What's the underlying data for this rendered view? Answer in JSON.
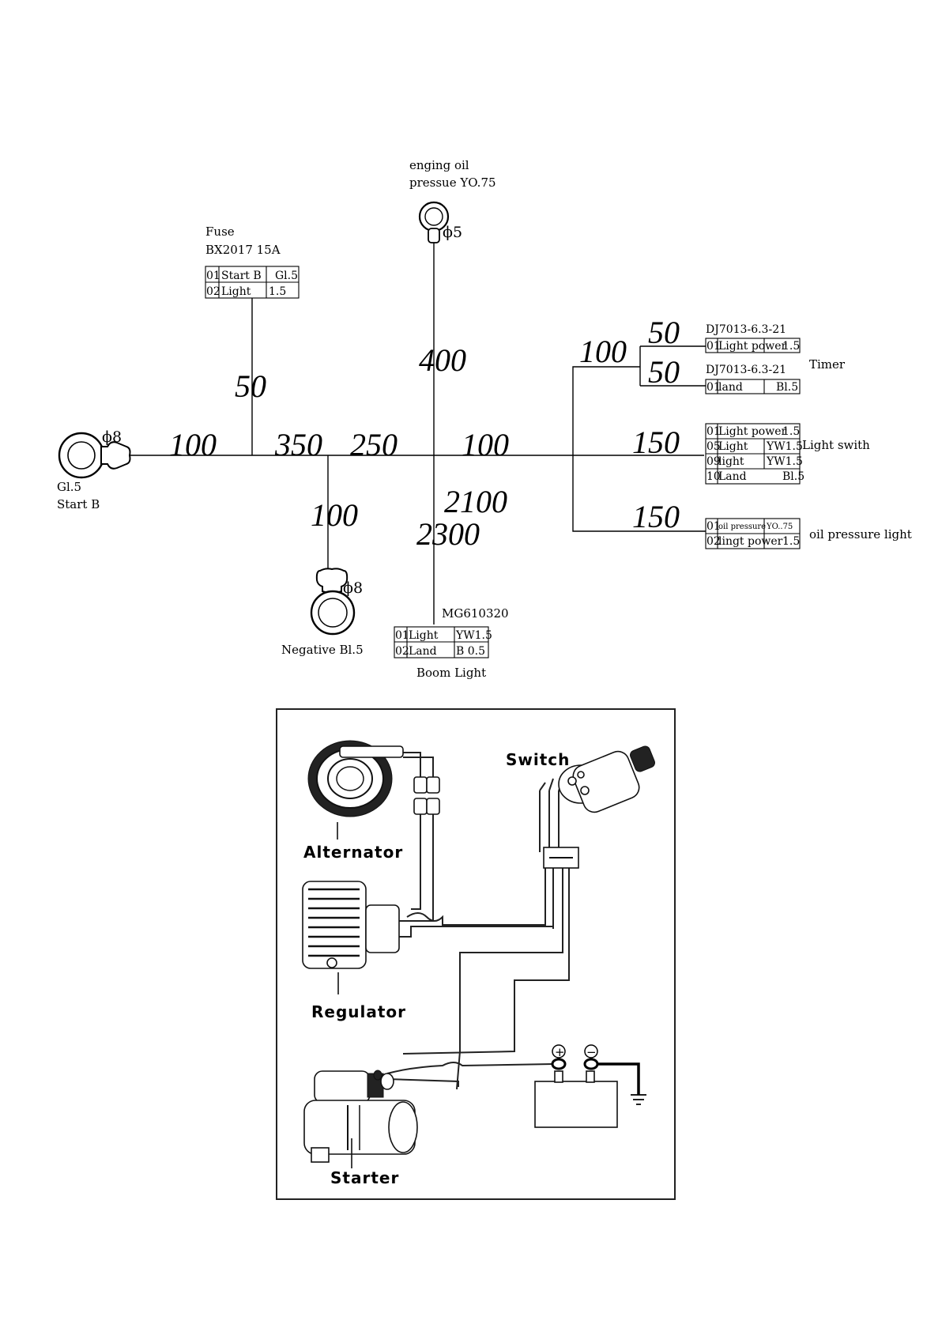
{
  "harness": {
    "oil_pressure_sensor": {
      "line1": "enging oil",
      "line2": "pressue  YO.75",
      "diameter": "ϕ5"
    },
    "fuse": {
      "line1": "Fuse",
      "line2": "BX2017      15A",
      "rows": [
        {
          "pin": "01",
          "name": "Start B",
          "spec": "Gl.5"
        },
        {
          "pin": "02",
          "name": "Light",
          "spec": "1.5"
        }
      ]
    },
    "start_terminal": {
      "diameter": "ϕ8",
      "line1": "Gl.5",
      "line2": "Start B"
    },
    "negative_terminal": {
      "diameter": "ϕ8",
      "label": "Negative    Bl.5"
    },
    "boom_light": {
      "part_no": "MG610320",
      "rows": [
        {
          "pin": "01",
          "name": "Light",
          "spec": "YW1.5"
        },
        {
          "pin": "02",
          "name": "Land",
          "spec": "B 0.5"
        }
      ],
      "caption": "Boom Light"
    },
    "timer": {
      "label": "Timer",
      "connector_a": {
        "part_no": "DJ7013-6.3-21",
        "rows": [
          {
            "pin": "01",
            "name": "Light power",
            "spec": "1.5"
          }
        ]
      },
      "connector_b": {
        "part_no": "DJ7013-6.3-21",
        "rows": [
          {
            "pin": "01",
            "name": "land",
            "spec": "Bl.5"
          }
        ]
      }
    },
    "light_switch": {
      "label": "Light swith",
      "rows": [
        {
          "pin": "01",
          "name": "Light power",
          "spec": "1.5"
        },
        {
          "pin": "05",
          "name": "Light",
          "spec": "YW1.5"
        },
        {
          "pin": "09",
          "name": "light",
          "spec": "YW1.5"
        },
        {
          "pin": "10",
          "name": "Land",
          "spec": "Bl.5"
        }
      ]
    },
    "oil_pressure_light": {
      "label": "oil pressure light",
      "rows": [
        {
          "pin": "01",
          "name": "oil pressure",
          "spec": "YO..75"
        },
        {
          "pin": "02",
          "name": "lingt power",
          "spec": "1.5"
        }
      ]
    },
    "lengths": {
      "start_segment": "100",
      "fuse_drop": "50",
      "seg_350": "350",
      "seg_250": "250",
      "negative_drop": "100",
      "oil_up": "400",
      "seg_100_mid": "100",
      "boom_a": "2100",
      "boom_b": "2300",
      "timer_trunk": "100",
      "timer_a": "50",
      "timer_b": "50",
      "light_switch": "150",
      "oil_light": "150"
    }
  },
  "wiring": {
    "alternator": "Alternator",
    "regulator": "Regulator",
    "starter": "Starter",
    "switch": "Switch",
    "plus_symbol": "+",
    "minus_symbol": "−"
  }
}
